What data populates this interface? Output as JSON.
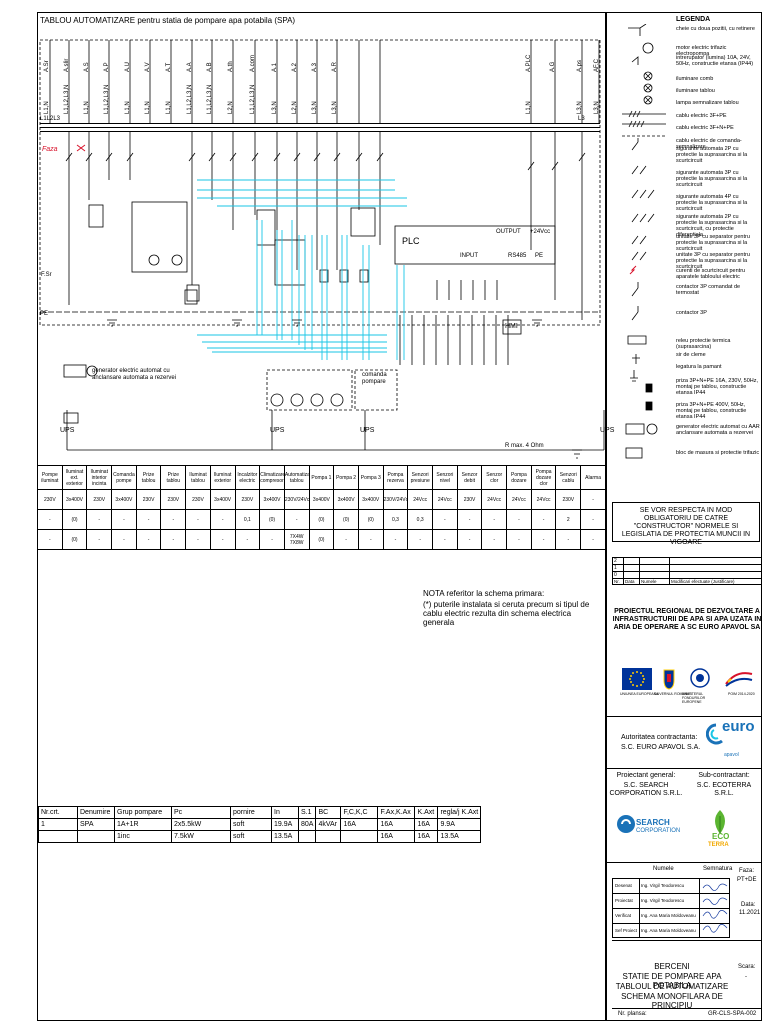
{
  "diagram": {
    "title": "TABLOU AUTOMATIZARE pentru statia de pompare apa potabila (SPA)",
    "faza_label": "Faza",
    "bus_labels": {
      "top": "L1L2L3",
      "top_right": "L3",
      "pe": "PE"
    },
    "feeder_codes": [
      "A.Sr",
      "A.slir",
      "A.S",
      "A.P",
      "A.U",
      "A.V",
      "A.T",
      "A.A",
      "A.B",
      "A.th",
      "A.com",
      "A.1",
      "A.2",
      "A.3",
      "A.R",
      "A.PLC",
      "A.G",
      "A.ps",
      "AF.C"
    ],
    "feeder_phases": [
      "L1,N",
      "L1,L2,L3,N",
      "L1,N",
      "L1,L2,L3,N",
      "L1,N",
      "L1,N",
      "L1,N",
      "L1,L2,L3,N",
      "L1,L2,L3,N",
      "L2,N",
      "L1,L2,L3,N",
      "L3,N",
      "L2,N",
      "L3,N",
      "L3,N",
      "L1,N",
      "L3,N",
      "L3,N"
    ],
    "devices": {
      "plc": "PLC",
      "plc_output": "OUTPUT",
      "plc_input": "INPUT",
      "plc_rs485": "RS485",
      "plc_24v": "+24Vcc",
      "plc_pe": "PE",
      "hmi": "HMI",
      "ups": "UPS",
      "fuse_label": "F.Sr",
      "grid_earth": "R max. 4 Ohm"
    },
    "generator_notes": [
      "generator electric automat cu anclansare automata a rezervei",
      "comanda pompare"
    ]
  },
  "load_table": {
    "header": [
      "Pompe iluminat",
      "Iluminat ext. exterior",
      "Iluminat interior incinta",
      "Comanda pompe",
      "Prize tablou",
      "Prize tablou",
      "Iluminat tablou",
      "Iluminat exterior",
      "Incalzitor electric",
      "Climatizare compresor",
      "Automatizare tablou",
      "Pompa 1",
      "Pompa 2",
      "Pompa 3",
      "Pompa rezerva",
      "Senzori presiune",
      "Senzori nivel",
      "Senzor debit",
      "Senzor clor",
      "Pompa dozare",
      "Pompa dozare clor",
      "Senzori cablu",
      "Alarma"
    ],
    "rows": [
      [
        "230V",
        "3x400V",
        "230V",
        "3x400V",
        "230V",
        "230V",
        "230V",
        "3x400V",
        "230V",
        "3x400V",
        "230V/24Vcc",
        "3x400V",
        "3x400V",
        "3x400V",
        "230V/24Vcc",
        "24Vcc",
        "24Vcc",
        "230V",
        "24Vcc",
        "24Vcc",
        "24Vcc",
        "230V",
        "-"
      ],
      [
        "-",
        "(0)",
        "-",
        "-",
        "-",
        "-",
        "-",
        "-",
        "0,1",
        "(0)",
        "-",
        "(0)",
        "(0)",
        "(0)",
        "0,3",
        "0,3",
        "-",
        "-",
        "-",
        "-",
        "-",
        "2",
        "-"
      ],
      [
        "-",
        "(0)",
        "-",
        "-",
        "-",
        "-",
        "-",
        "-",
        "-",
        "-",
        "7X4W 7X8W",
        "(0)",
        "-",
        "-",
        "-",
        "-",
        "-",
        "-",
        "-",
        "-",
        "-",
        "-",
        "-"
      ]
    ]
  },
  "nota": {
    "title": "NOTA referitor la schema primara:",
    "text": "(*) puterile instalata si ceruta precum si tipul de cablu electric rezulta din schema electrica generala"
  },
  "group_table": {
    "headers": [
      "Nr.crt.",
      "Denumire",
      "Grup pompare",
      "Pc",
      "pornire",
      "In",
      "S.1",
      "BC",
      "F,C,K,C",
      "F.Ax,K.Ax",
      "K.Axt",
      "regla/j K.Axt"
    ],
    "rows": [
      [
        "1",
        "SPA",
        "1A+1R",
        "2x5.5kW",
        "soft",
        "19.9A",
        "80A",
        "4kVAr",
        "16A",
        "16A",
        "16A",
        "9.9A"
      ],
      [
        "",
        "",
        "1inc",
        "7.5kW",
        "soft",
        "13.5A",
        "",
        "",
        "",
        "16A",
        "16A",
        "13.5A"
      ]
    ]
  },
  "legend": {
    "title": "LEGENDA",
    "items": [
      "cheie cu doua pozitii, cu retinere",
      "motor electric trifazic electropompa",
      "intrerupator (lumina) 10A, 24V, 50Hz, constructie etansa (IP44)",
      "iluminare comb",
      "iluminare tablou",
      "lampa semnalizare tablou",
      "cablu electric 3F+PE",
      "cablu electric 3F+N+PE",
      "cablu electric de comanda-semnalizare",
      "sigurante automata 2P cu protectie la suprasarcina si la scurtcircuit",
      "sigurante automata 3P cu protectie la suprasarcina si la scurtcircuit",
      "sigurante automata 4P cu protectie la suprasarcina si la scurtcircuit",
      "sigurante automata 2P cu protectie la suprasarcina si la scurtcircuit, cu protectie diferentiala",
      "unitate 3P cu separator pentru protectie la suprasarcina si la scurtcircuit",
      "unitate 3P cu separator pentru protectie la suprasarcina si la scurtcircuit",
      "curenti de scurtcircuit pentru aparatele tabloului electric",
      "contactor 3P comandat de termostat",
      "contactor 3P",
      "releu protectie termica (suprasarcina)",
      "sir de cleme",
      "legatura la pamant",
      "priza 3P+N+PE 16A, 230V, 50Hz, montaj pe tablou, constructie etansa IP44",
      "priza 3P+N+PE 400V, 50Hz, montaj pe tablou, constructie etansa IP44",
      "generator electric automat cu AAR anclansare automata a rezervei",
      "bloc de masura si protectie trifazic"
    ]
  },
  "title_block": {
    "warning": "SE VOR RESPECTA IN MOD OBLIGATORIU DE CATRE \"CONSTRUCTOR\" NORMELE SI LEGISLATIA DE PROTECTIA MUNCII IN VIGOARE",
    "rev_headers": [
      "Nr.",
      "Data",
      "Numele",
      "Modificari efectuate (Justificare)"
    ],
    "rev_numbers": [
      "2",
      "1",
      "0"
    ],
    "project_title": "PROIECTUL REGIONAL DE DEZVOLTARE A INFRASTRUCTURII DE APA SI APA UZATA IN ARIA DE OPERARE A SC EURO APAVOL SA",
    "logo_labels": [
      "UNIUNEA EUROPEANA",
      "GUVERNUL ROMANIEI",
      "MINISTERUL FONDURILOR EUROPENE",
      "POIM 2014-2020"
    ],
    "authority_label": "Autoritatea contractanta:",
    "authority": "S.C. EURO APAVOL S.A.",
    "euro_logo": "euro",
    "apavol": "apavol",
    "designer_label": "Proiectant general:",
    "designer": "S.C. SEARCH CORPORATION S.R.L.",
    "sub_label": "Sub-contractant:",
    "sub": "S.C. ECOTERRA S.R.L.",
    "search_logo": "SEARCH",
    "search_logo2": "CORPORATION",
    "eco_logo": "ECO",
    "eco_logo2": "TERRA",
    "people_headers": [
      "Numele",
      "Semnatura"
    ],
    "people": [
      {
        "role": "Desenat",
        "name": "Ing. Virgil Teodorescu"
      },
      {
        "role": "Proiectat",
        "name": "Ing. Virgil Teodorescu"
      },
      {
        "role": "Verificat",
        "name": "Ing. Ana Maria Moldoveanu"
      },
      {
        "role": "Sef Proiect",
        "name": "Ing. Ana Maria Moldoveanu"
      }
    ],
    "faza_label": "Faza:",
    "faza": "PT+DE",
    "data_label": "Data:",
    "data": "11.2021",
    "drawing_title": [
      "BERCENI",
      "STATIE DE POMPARE APA POTABILA",
      "TABLOUL DE AUTOMATIZARE",
      "SCHEMA MONOFILARA DE PRINCIPIU"
    ],
    "scara_label": "Scara:",
    "scara": "-",
    "plansa_label": "Nr. plansa:",
    "plansa": "GR-CLS-SPA-002"
  },
  "colors": {
    "line": "#000000",
    "signal": "#19c6e6",
    "phase": "#d8112a",
    "eu_blue": "#003399",
    "eu_star": "#ffcc00"
  }
}
